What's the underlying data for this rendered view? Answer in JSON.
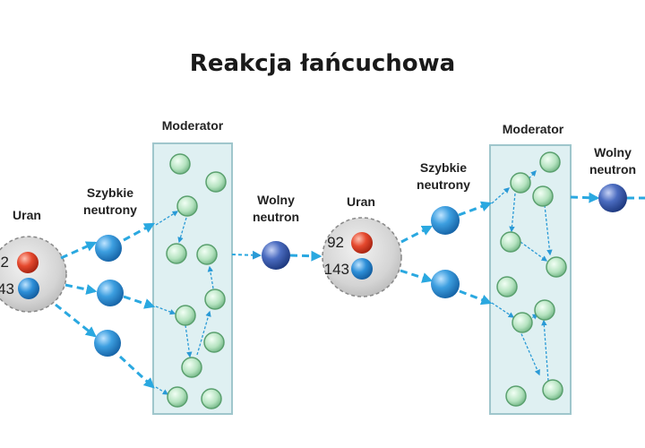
{
  "title": "Reakcja łańcuchowa",
  "labels": {
    "moderator_1": "Moderator",
    "moderator_2": "Moderator",
    "uran_1": "Uran",
    "uran_2": "Uran",
    "szybkie_1": "Szybkie\nneutrony",
    "szybkie_2": "Szybkie\nneutrony",
    "wolny_1": "Wolny\nneutron",
    "wolny_2": "Wolny\nneutron"
  },
  "nucleus_1": {
    "protons": "2",
    "neutrons": "43"
  },
  "nucleus_2": {
    "protons": "92",
    "neutrons": "143"
  },
  "colors": {
    "moderator_fill": "#dff0f2",
    "moderator_border": "#9fc6cc",
    "fast_neutron": "#2b8fd6",
    "slow_neutron": "#3a5fb0",
    "green_particle": "#a9dcb6",
    "proton": "#e0442c",
    "neutron_in_nucleus": "#2a8ad6",
    "arrow": "#2aa8e0",
    "nucleus_fill": "#cfcfcf"
  }
}
